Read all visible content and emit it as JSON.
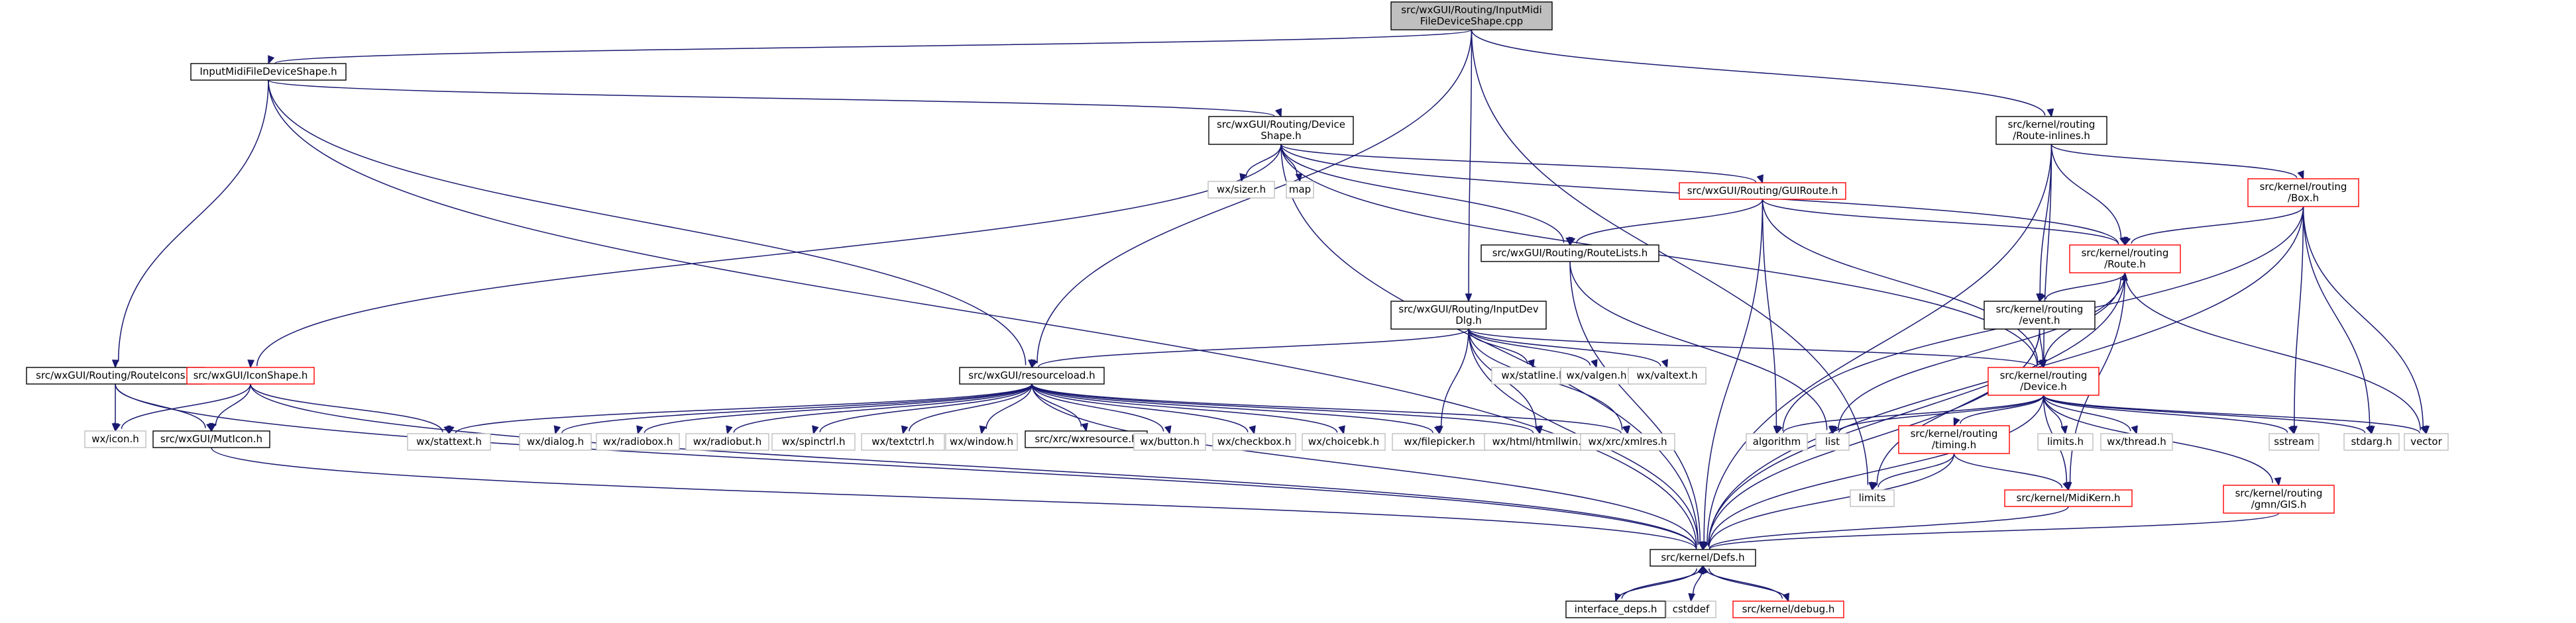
{
  "colors": {
    "root_fill": "#bfbfbf",
    "node_fill": "#ffffff",
    "border_black": "#000000",
    "border_red": "#ff0000",
    "border_light": "#bfbfbf",
    "edge": "#191970"
  },
  "nodes": [
    {
      "id": "root",
      "lines": [
        "src/wxGUI/Routing/InputMidi",
        "FileDeviceShape.cpp"
      ],
      "style": "root"
    },
    {
      "id": "n_imfds",
      "lines": [
        "InputMidiFileDeviceShape.h"
      ],
      "style": "black"
    },
    {
      "id": "n_devshape",
      "lines": [
        "src/wxGUI/Routing/Device",
        "Shape.h"
      ],
      "style": "black"
    },
    {
      "id": "n_routeinl",
      "lines": [
        "src/kernel/routing",
        "/Route-inlines.h"
      ],
      "style": "black"
    },
    {
      "id": "n_wxsizer",
      "lines": [
        "wx/sizer.h"
      ],
      "style": "light"
    },
    {
      "id": "n_map",
      "lines": [
        "map"
      ],
      "style": "light"
    },
    {
      "id": "n_guiroute",
      "lines": [
        "src/wxGUI/Routing/GUIRoute.h"
      ],
      "style": "red"
    },
    {
      "id": "n_box",
      "lines": [
        "src/kernel/routing",
        "/Box.h"
      ],
      "style": "red"
    },
    {
      "id": "n_route",
      "lines": [
        "src/kernel/routing",
        "/Route.h"
      ],
      "style": "red"
    },
    {
      "id": "n_routelists",
      "lines": [
        "src/wxGUI/Routing/RouteLists.h"
      ],
      "style": "black"
    },
    {
      "id": "n_inputdevdlg",
      "lines": [
        "src/wxGUI/Routing/InputDev",
        "Dlg.h"
      ],
      "style": "black"
    },
    {
      "id": "n_event",
      "lines": [
        "src/kernel/routing",
        "/event.h"
      ],
      "style": "black"
    },
    {
      "id": "n_routeicons",
      "lines": [
        "src/wxGUI/Routing/RouteIcons.h"
      ],
      "style": "black"
    },
    {
      "id": "n_iconshape",
      "lines": [
        "src/wxGUI/IconShape.h"
      ],
      "style": "red"
    },
    {
      "id": "n_resload",
      "lines": [
        "src/wxGUI/resourceload.h"
      ],
      "style": "black"
    },
    {
      "id": "n_wxstatline",
      "lines": [
        "wx/statline.h"
      ],
      "style": "light"
    },
    {
      "id": "n_wxvalgen",
      "lines": [
        "wx/valgen.h"
      ],
      "style": "light"
    },
    {
      "id": "n_wxvaltext",
      "lines": [
        "wx/valtext.h"
      ],
      "style": "light"
    },
    {
      "id": "n_device",
      "lines": [
        "src/kernel/routing",
        "/Device.h"
      ],
      "style": "red"
    },
    {
      "id": "n_wxicon",
      "lines": [
        "wx/icon.h"
      ],
      "style": "light"
    },
    {
      "id": "n_mutlcon",
      "lines": [
        "src/wxGUI/MutIcon.h"
      ],
      "style": "black"
    },
    {
      "id": "n_wxstattext",
      "lines": [
        "wx/stattext.h"
      ],
      "style": "light"
    },
    {
      "id": "n_wxdialog",
      "lines": [
        "wx/dialog.h"
      ],
      "style": "light"
    },
    {
      "id": "n_wxradiobox",
      "lines": [
        "wx/radiobox.h"
      ],
      "style": "light"
    },
    {
      "id": "n_wxradiobut",
      "lines": [
        "wx/radiobut.h"
      ],
      "style": "light"
    },
    {
      "id": "n_wxspinctrl",
      "lines": [
        "wx/spinctrl.h"
      ],
      "style": "light"
    },
    {
      "id": "n_wxtextctrl",
      "lines": [
        "wx/textctrl.h"
      ],
      "style": "light"
    },
    {
      "id": "n_wxwindow",
      "lines": [
        "wx/window.h"
      ],
      "style": "light"
    },
    {
      "id": "n_wxresource",
      "lines": [
        "src/xrc/wxresource.h"
      ],
      "style": "black"
    },
    {
      "id": "n_wxbutton",
      "lines": [
        "wx/button.h"
      ],
      "style": "light"
    },
    {
      "id": "n_wxcheckbox",
      "lines": [
        "wx/checkbox.h"
      ],
      "style": "light"
    },
    {
      "id": "n_wxchoicebk",
      "lines": [
        "wx/choicebk.h"
      ],
      "style": "light"
    },
    {
      "id": "n_wxfilepicker",
      "lines": [
        "wx/filepicker.h"
      ],
      "style": "light"
    },
    {
      "id": "n_wxhtmllwin",
      "lines": [
        "wx/html/htmllwin.h"
      ],
      "style": "light"
    },
    {
      "id": "n_wxxmlres",
      "lines": [
        "wx/xrc/xmlres.h"
      ],
      "style": "light"
    },
    {
      "id": "n_algorithm",
      "lines": [
        "algorithm"
      ],
      "style": "light"
    },
    {
      "id": "n_list",
      "lines": [
        "list"
      ],
      "style": "light"
    },
    {
      "id": "n_timing",
      "lines": [
        "src/kernel/routing",
        "/timing.h"
      ],
      "style": "red"
    },
    {
      "id": "n_limitsh",
      "lines": [
        "limits.h"
      ],
      "style": "light"
    },
    {
      "id": "n_wxthread",
      "lines": [
        "wx/thread.h"
      ],
      "style": "light"
    },
    {
      "id": "n_sstream",
      "lines": [
        "sstream"
      ],
      "style": "light"
    },
    {
      "id": "n_stdarg",
      "lines": [
        "stdarg.h"
      ],
      "style": "light"
    },
    {
      "id": "n_vector",
      "lines": [
        "vector"
      ],
      "style": "light"
    },
    {
      "id": "n_limits",
      "lines": [
        "limits"
      ],
      "style": "light"
    },
    {
      "id": "n_midikern",
      "lines": [
        "src/kernel/MidiKern.h"
      ],
      "style": "red"
    },
    {
      "id": "n_gmngis",
      "lines": [
        "src/kernel/routing",
        "/gmn/GIS.h"
      ],
      "style": "red"
    },
    {
      "id": "n_defs",
      "lines": [
        "src/kernel/Defs.h"
      ],
      "style": "black"
    },
    {
      "id": "n_ifdeps",
      "lines": [
        "interface_deps.h"
      ],
      "style": "black"
    },
    {
      "id": "n_cstddef",
      "lines": [
        "cstddef"
      ],
      "style": "light"
    },
    {
      "id": "n_debug",
      "lines": [
        "src/kernel/debug.h"
      ],
      "style": "red"
    }
  ],
  "edges": [
    [
      "root",
      "n_imfds"
    ],
    [
      "root",
      "n_resload"
    ],
    [
      "root",
      "n_inputdevdlg"
    ],
    [
      "root",
      "n_routeinl"
    ],
    [
      "root",
      "n_limits"
    ],
    [
      "n_imfds",
      "n_devshape"
    ],
    [
      "n_imfds",
      "n_routeicons"
    ],
    [
      "n_imfds",
      "n_resload"
    ],
    [
      "n_imfds",
      "n_defs"
    ],
    [
      "n_devshape",
      "n_iconshape"
    ],
    [
      "n_devshape",
      "n_wxsizer"
    ],
    [
      "n_devshape",
      "n_map"
    ],
    [
      "n_devshape",
      "n_guiroute"
    ],
    [
      "n_devshape",
      "n_routelists"
    ],
    [
      "n_devshape",
      "n_route"
    ],
    [
      "n_devshape",
      "n_device"
    ],
    [
      "n_devshape",
      "n_defs"
    ],
    [
      "n_routeinl",
      "n_box"
    ],
    [
      "n_routeinl",
      "n_route"
    ],
    [
      "n_routeinl",
      "n_event"
    ],
    [
      "n_routeinl",
      "n_device"
    ],
    [
      "n_routeinl",
      "n_defs"
    ],
    [
      "n_guiroute",
      "n_routelists"
    ],
    [
      "n_guiroute",
      "n_route"
    ],
    [
      "n_guiroute",
      "n_device"
    ],
    [
      "n_guiroute",
      "n_algorithm"
    ],
    [
      "n_guiroute",
      "n_defs"
    ],
    [
      "n_box",
      "n_route"
    ],
    [
      "n_box",
      "n_algorithm"
    ],
    [
      "n_box",
      "n_sstream"
    ],
    [
      "n_box",
      "n_stdarg"
    ],
    [
      "n_box",
      "n_vector"
    ],
    [
      "n_box",
      "n_defs"
    ],
    [
      "n_route",
      "n_event"
    ],
    [
      "n_route",
      "n_list"
    ],
    [
      "n_route",
      "n_vector"
    ],
    [
      "n_route",
      "n_midikern"
    ],
    [
      "n_route",
      "n_defs"
    ],
    [
      "n_routelists",
      "n_list"
    ],
    [
      "n_routelists",
      "n_defs"
    ],
    [
      "n_inputdevdlg",
      "n_resload"
    ],
    [
      "n_inputdevdlg",
      "n_wxstatline"
    ],
    [
      "n_inputdevdlg",
      "n_wxvalgen"
    ],
    [
      "n_inputdevdlg",
      "n_wxvaltext"
    ],
    [
      "n_inputdevdlg",
      "n_wxfilepicker"
    ],
    [
      "n_inputdevdlg",
      "n_wxhtmllwin"
    ],
    [
      "n_inputdevdlg",
      "n_wxxmlres"
    ],
    [
      "n_inputdevdlg",
      "n_device"
    ],
    [
      "n_inputdevdlg",
      "n_defs"
    ],
    [
      "n_event",
      "n_device"
    ],
    [
      "n_event",
      "n_limits"
    ],
    [
      "n_event",
      "n_defs"
    ],
    [
      "n_routeicons",
      "n_wxicon"
    ],
    [
      "n_routeicons",
      "n_mutlcon"
    ],
    [
      "n_routeicons",
      "n_defs"
    ],
    [
      "n_iconshape",
      "n_wxicon"
    ],
    [
      "n_iconshape",
      "n_mutlcon"
    ],
    [
      "n_iconshape",
      "n_wxstattext"
    ],
    [
      "n_iconshape",
      "n_defs"
    ],
    [
      "n_resload",
      "n_wxstattext"
    ],
    [
      "n_resload",
      "n_wxdialog"
    ],
    [
      "n_resload",
      "n_wxradiobox"
    ],
    [
      "n_resload",
      "n_wxradiobut"
    ],
    [
      "n_resload",
      "n_wxspinctrl"
    ],
    [
      "n_resload",
      "n_wxtextctrl"
    ],
    [
      "n_resload",
      "n_wxwindow"
    ],
    [
      "n_resload",
      "n_wxresource"
    ],
    [
      "n_resload",
      "n_wxbutton"
    ],
    [
      "n_resload",
      "n_wxcheckbox"
    ],
    [
      "n_resload",
      "n_wxchoicebk"
    ],
    [
      "n_resload",
      "n_wxfilepicker"
    ],
    [
      "n_resload",
      "n_wxhtmllwin"
    ],
    [
      "n_resload",
      "n_wxxmlres"
    ],
    [
      "n_resload",
      "n_defs"
    ],
    [
      "n_device",
      "n_route"
    ],
    [
      "n_device",
      "n_algorithm"
    ],
    [
      "n_device",
      "n_list"
    ],
    [
      "n_device",
      "n_timing"
    ],
    [
      "n_device",
      "n_limitsh"
    ],
    [
      "n_device",
      "n_wxthread"
    ],
    [
      "n_device",
      "n_midikern"
    ],
    [
      "n_device",
      "n_gmngis"
    ],
    [
      "n_device",
      "n_sstream"
    ],
    [
      "n_device",
      "n_stdarg"
    ],
    [
      "n_device",
      "n_vector"
    ],
    [
      "n_device",
      "n_defs"
    ],
    [
      "n_timing",
      "n_limits"
    ],
    [
      "n_timing",
      "n_midikern"
    ],
    [
      "n_timing",
      "n_defs"
    ],
    [
      "n_midikern",
      "n_defs"
    ],
    [
      "n_gmngis",
      "n_defs"
    ],
    [
      "n_mutlcon",
      "n_defs"
    ],
    [
      "n_defs",
      "n_ifdeps"
    ],
    [
      "n_defs",
      "n_cstddef"
    ],
    [
      "n_defs",
      "n_debug"
    ],
    [
      "n_ifdeps",
      "n_defs"
    ],
    [
      "n_debug",
      "n_defs"
    ]
  ]
}
